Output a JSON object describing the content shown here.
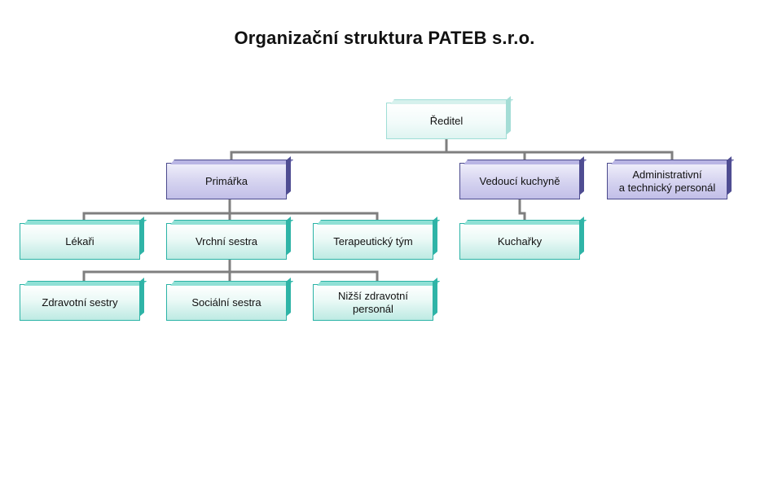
{
  "title": "Organizační struktura PATEB s.r.o.",
  "nodes": {
    "reditel": "Ředitel",
    "primarka": "Primářka",
    "vedouci_kuchyne": "Vedoucí kuchyně",
    "administrativni": "Administrativní\na technický  personál",
    "lekari": "Lékaři",
    "vrchni_sestra": "Vrchní sestra",
    "terapeuticky_tym": "Terapeutický tým",
    "kucharky": "Kuchařky",
    "zdravotni_sestry": "Zdravotní sestry",
    "socialni_sestra": "Sociální sestra",
    "nizsi_personal": "Nižší zdravotní\npersonál"
  },
  "colors": {
    "connector": "#7f7f7f",
    "teal_border": "#2bb3a6",
    "purple_border": "#4b4a8d"
  }
}
